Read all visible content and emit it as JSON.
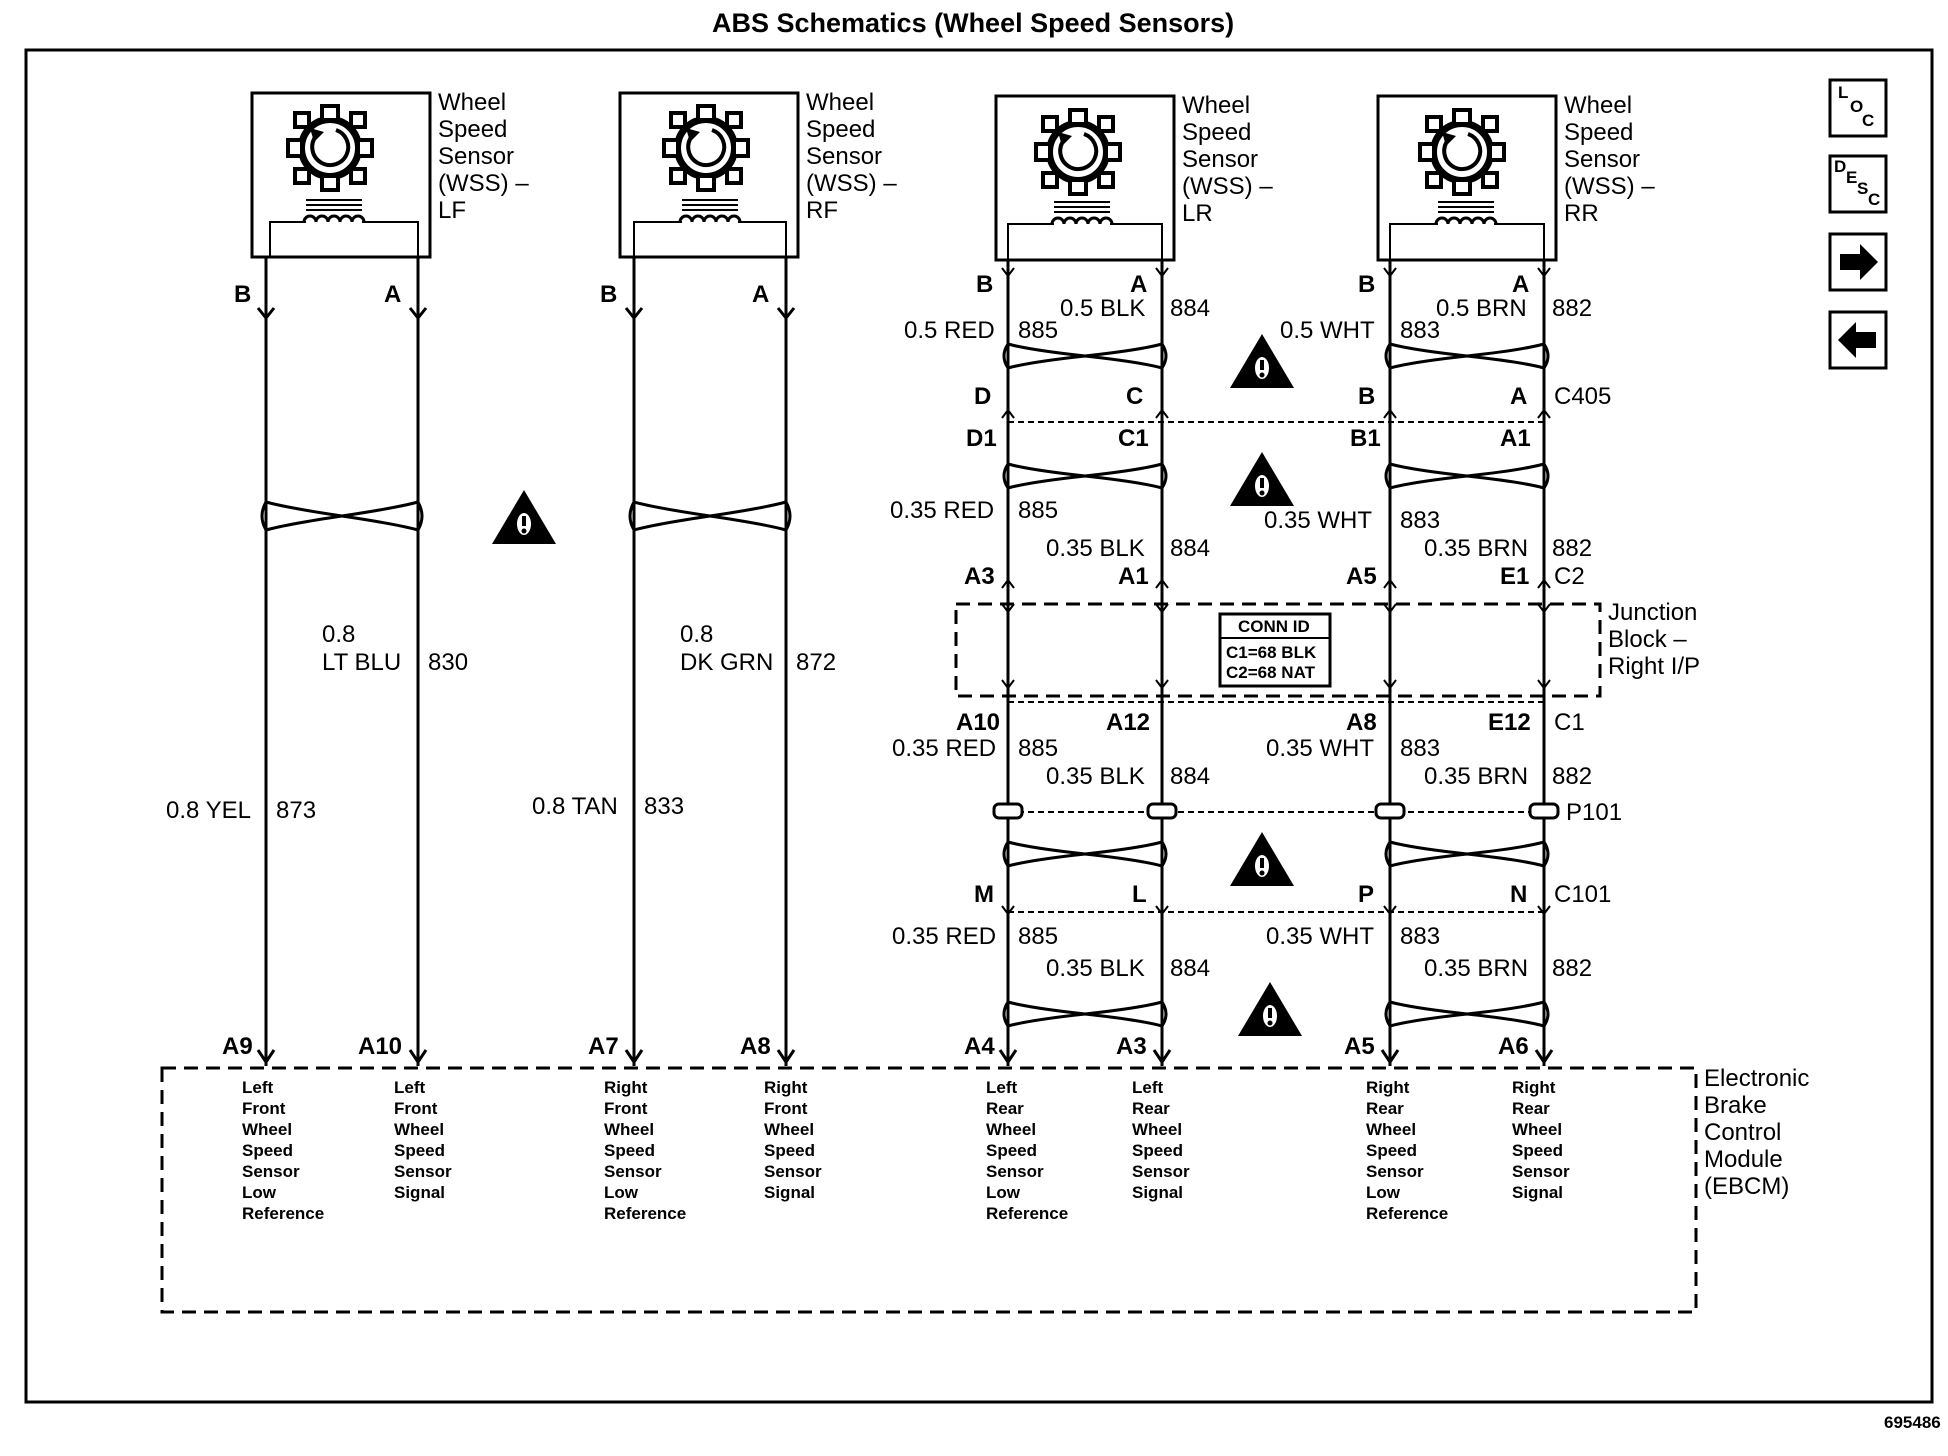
{
  "title": "ABS Schematics (Wheel Speed Sensors)",
  "figure_number": "695486",
  "nav_buttons": {
    "loc": [
      "L",
      "O",
      "C"
    ],
    "desc": [
      "D",
      "E",
      "S",
      "C"
    ],
    "next": "arrow-right-icon",
    "prev": "arrow-left-icon"
  },
  "sensors": [
    {
      "label": [
        "Wheel",
        "Speed",
        "Sensor",
        "(WSS) –",
        "LF"
      ]
    },
    {
      "label": [
        "Wheel",
        "Speed",
        "Sensor",
        "(WSS) –",
        "RF"
      ]
    },
    {
      "label": [
        "Wheel",
        "Speed",
        "Sensor",
        "(WSS) –",
        "LR"
      ]
    },
    {
      "label": [
        "Wheel",
        "Speed",
        "Sensor",
        "(WSS) –",
        "RR"
      ]
    }
  ],
  "front_wires": {
    "lf": {
      "pin_b": "B",
      "pin_a": "A",
      "low_size": "0.8 YEL",
      "low_circuit": "873",
      "sig_size": "0.8",
      "sig_color": "LT BLU",
      "sig_circuit": "830",
      "ebcm_low": "A9",
      "ebcm_sig": "A10"
    },
    "rf": {
      "pin_b": "B",
      "pin_a": "A",
      "low_size": "0.8 TAN",
      "low_circuit": "833",
      "sig_size": "0.8",
      "sig_color": "DK GRN",
      "sig_circuit": "872",
      "ebcm_low": "A7",
      "ebcm_sig": "A8"
    }
  },
  "rear": {
    "sensor_pins": {
      "lr_b": "B",
      "lr_a": "A",
      "rr_b": "B",
      "rr_a": "A"
    },
    "sensor_wires": {
      "lr_low_size": "0.5 RED",
      "lr_low_circuit": "885",
      "lr_sig_size": "0.5 BLK",
      "lr_sig_circuit": "884",
      "rr_low_size": "0.5 WHT",
      "rr_low_circuit": "883",
      "rr_sig_size": "0.5 BRN",
      "rr_sig_circuit": "882"
    },
    "c405": {
      "pins": [
        "D",
        "C",
        "B",
        "A"
      ],
      "name": "C405"
    },
    "c405_lower_pins": [
      "D1",
      "C1",
      "B1",
      "A1"
    ],
    "jb_wires": {
      "lr_low_size": "0.35 RED",
      "lr_low_circuit": "885",
      "lr_sig_size": "0.35 BLK",
      "lr_sig_circuit": "884",
      "rr_low_size": "0.35 WHT",
      "rr_low_circuit": "883",
      "rr_sig_size": "0.35 BRN",
      "rr_sig_circuit": "882"
    },
    "c2": {
      "pins": [
        "A3",
        "A1",
        "A5",
        "E1"
      ],
      "name": "C2"
    },
    "junction_block": {
      "label": [
        "Junction",
        "Block –",
        "Right I/P"
      ],
      "conn_id_title": "CONN ID",
      "conn_id_lines": [
        "C1=68 BLK",
        "C2=68 NAT"
      ]
    },
    "c1": {
      "pins": [
        "A10",
        "A12",
        "A8",
        "E12"
      ],
      "name": "C1"
    },
    "c1_wires": {
      "lr_low_size": "0.35 RED",
      "lr_low_circuit": "885",
      "lr_sig_size": "0.35 BLK",
      "lr_sig_circuit": "884",
      "rr_low_size": "0.35 WHT",
      "rr_low_circuit": "883",
      "rr_sig_size": "0.35 BRN",
      "rr_sig_circuit": "882"
    },
    "p101": "P101",
    "c101": {
      "pins": [
        "M",
        "L",
        "P",
        "N"
      ],
      "name": "C101"
    },
    "c101_wires": {
      "lr_low_size": "0.35 RED",
      "lr_low_circuit": "885",
      "lr_sig_size": "0.35 BLK",
      "lr_sig_circuit": "884",
      "rr_low_size": "0.35 WHT",
      "rr_low_circuit": "883",
      "rr_sig_size": "0.35 BRN",
      "rr_sig_circuit": "882"
    },
    "ebcm_pins": [
      "A4",
      "A3",
      "A5",
      "A6"
    ]
  },
  "ebcm": {
    "label": [
      "Electronic",
      "Brake",
      "Control",
      "Module",
      "(EBCM)"
    ],
    "terminals": [
      [
        "Left",
        "Front",
        "Wheel",
        "Speed",
        "Sensor",
        "Low",
        "Reference"
      ],
      [
        "Left",
        "Front",
        "Wheel",
        "Speed",
        "Sensor",
        "Signal"
      ],
      [
        "Right",
        "Front",
        "Wheel",
        "Speed",
        "Sensor",
        "Low",
        "Reference"
      ],
      [
        "Right",
        "Front",
        "Wheel",
        "Speed",
        "Sensor",
        "Signal"
      ],
      [
        "Left",
        "Rear",
        "Wheel",
        "Speed",
        "Sensor",
        "Low",
        "Reference"
      ],
      [
        "Left",
        "Rear",
        "Wheel",
        "Speed",
        "Sensor",
        "Signal"
      ],
      [
        "Right",
        "Rear",
        "Wheel",
        "Speed",
        "Sensor",
        "Low",
        "Reference"
      ],
      [
        "Right",
        "Rear",
        "Wheel",
        "Speed",
        "Sensor",
        "Signal"
      ]
    ]
  }
}
